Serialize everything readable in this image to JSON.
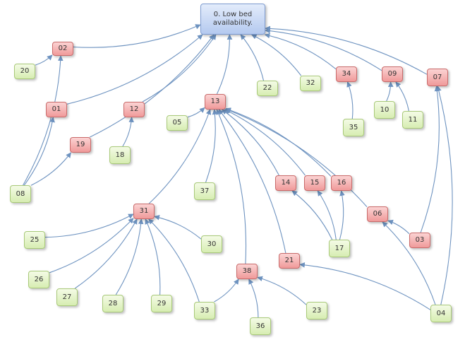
{
  "diagram": {
    "root": {
      "id": "00",
      "label": "0. Low bed availability."
    },
    "colors": {
      "edge": "#6e93c0",
      "cause_node": "#f3a9a9",
      "root_cause_node": "#e3f2c8",
      "root_node": "#c5d6f4"
    },
    "nodes": [
      {
        "id": "02",
        "label": "02",
        "kind": "red"
      },
      {
        "id": "20",
        "label": "20",
        "kind": "green"
      },
      {
        "id": "01",
        "label": "01",
        "kind": "red"
      },
      {
        "id": "19",
        "label": "19",
        "kind": "red"
      },
      {
        "id": "08",
        "label": "08",
        "kind": "green"
      },
      {
        "id": "12",
        "label": "12",
        "kind": "red"
      },
      {
        "id": "18",
        "label": "18",
        "kind": "green"
      },
      {
        "id": "13",
        "label": "13",
        "kind": "red"
      },
      {
        "id": "05",
        "label": "05",
        "kind": "green"
      },
      {
        "id": "22",
        "label": "22",
        "kind": "green"
      },
      {
        "id": "32",
        "label": "32",
        "kind": "green"
      },
      {
        "id": "34",
        "label": "34",
        "kind": "red"
      },
      {
        "id": "35",
        "label": "35",
        "kind": "green"
      },
      {
        "id": "09",
        "label": "09",
        "kind": "red"
      },
      {
        "id": "10",
        "label": "10",
        "kind": "green"
      },
      {
        "id": "11",
        "label": "11",
        "kind": "green"
      },
      {
        "id": "07",
        "label": "07",
        "kind": "red"
      },
      {
        "id": "37",
        "label": "37",
        "kind": "green"
      },
      {
        "id": "14",
        "label": "14",
        "kind": "red"
      },
      {
        "id": "15",
        "label": "15",
        "kind": "red"
      },
      {
        "id": "16",
        "label": "16",
        "kind": "red"
      },
      {
        "id": "17",
        "label": "17",
        "kind": "green"
      },
      {
        "id": "06",
        "label": "06",
        "kind": "red"
      },
      {
        "id": "03",
        "label": "03",
        "kind": "red"
      },
      {
        "id": "31",
        "label": "31",
        "kind": "red"
      },
      {
        "id": "25",
        "label": "25",
        "kind": "green"
      },
      {
        "id": "30",
        "label": "30",
        "kind": "green"
      },
      {
        "id": "26",
        "label": "26",
        "kind": "green"
      },
      {
        "id": "27",
        "label": "27",
        "kind": "green"
      },
      {
        "id": "28",
        "label": "28",
        "kind": "green"
      },
      {
        "id": "29",
        "label": "29",
        "kind": "green"
      },
      {
        "id": "33",
        "label": "33",
        "kind": "green"
      },
      {
        "id": "38",
        "label": "38",
        "kind": "red"
      },
      {
        "id": "36",
        "label": "36",
        "kind": "green"
      },
      {
        "id": "23",
        "label": "23",
        "kind": "green"
      },
      {
        "id": "21",
        "label": "21",
        "kind": "red"
      },
      {
        "id": "04",
        "label": "04",
        "kind": "green"
      }
    ],
    "edges": [
      {
        "from": "02",
        "to": "00"
      },
      {
        "from": "20",
        "to": "02"
      },
      {
        "from": "01",
        "to": "00"
      },
      {
        "from": "19",
        "to": "00"
      },
      {
        "from": "12",
        "to": "00"
      },
      {
        "from": "13",
        "to": "00"
      },
      {
        "from": "22",
        "to": "00"
      },
      {
        "from": "32",
        "to": "00"
      },
      {
        "from": "34",
        "to": "00"
      },
      {
        "from": "09",
        "to": "00"
      },
      {
        "from": "07",
        "to": "00"
      },
      {
        "from": "08",
        "to": "02"
      },
      {
        "from": "08",
        "to": "01"
      },
      {
        "from": "08",
        "to": "19"
      },
      {
        "from": "18",
        "to": "12"
      },
      {
        "from": "05",
        "to": "13"
      },
      {
        "from": "35",
        "to": "34"
      },
      {
        "from": "10",
        "to": "09"
      },
      {
        "from": "11",
        "to": "09"
      },
      {
        "from": "03",
        "to": "07"
      },
      {
        "from": "04",
        "to": "07"
      },
      {
        "from": "37",
        "to": "13"
      },
      {
        "from": "31",
        "to": "13"
      },
      {
        "from": "38",
        "to": "13"
      },
      {
        "from": "21",
        "to": "13"
      },
      {
        "from": "06",
        "to": "13"
      },
      {
        "from": "14",
        "to": "13"
      },
      {
        "from": "15",
        "to": "13"
      },
      {
        "from": "16",
        "to": "13"
      },
      {
        "from": "17",
        "to": "14"
      },
      {
        "from": "17",
        "to": "15"
      },
      {
        "from": "17",
        "to": "16"
      },
      {
        "from": "03",
        "to": "06"
      },
      {
        "from": "04",
        "to": "06"
      },
      {
        "from": "04",
        "to": "21"
      },
      {
        "from": "25",
        "to": "31"
      },
      {
        "from": "30",
        "to": "31"
      },
      {
        "from": "26",
        "to": "31"
      },
      {
        "from": "27",
        "to": "31"
      },
      {
        "from": "28",
        "to": "31"
      },
      {
        "from": "29",
        "to": "31"
      },
      {
        "from": "33",
        "to": "31"
      },
      {
        "from": "33",
        "to": "38"
      },
      {
        "from": "36",
        "to": "38"
      },
      {
        "from": "23",
        "to": "38"
      }
    ]
  }
}
